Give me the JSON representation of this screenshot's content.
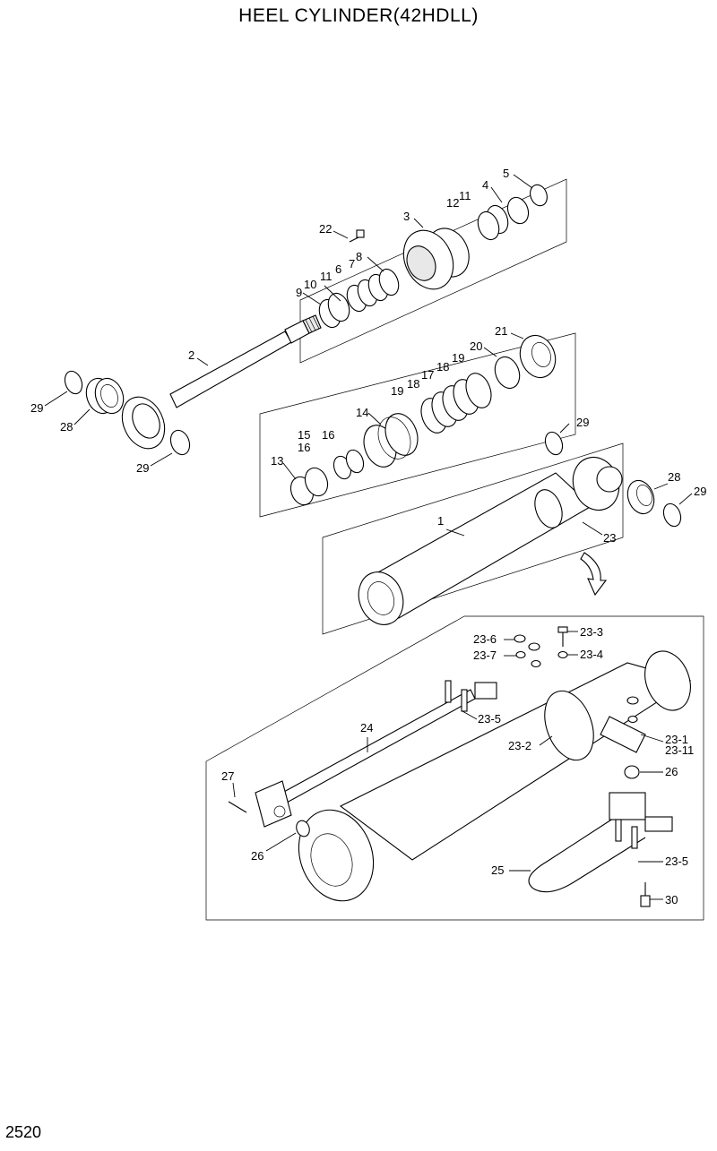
{
  "title": "HEEL CYLINDER(42HDLL)",
  "page_number": "2520",
  "labels": {
    "l1": "1",
    "l2": "2",
    "l3": "3",
    "l4": "4",
    "l5": "5",
    "l6": "6",
    "l7": "7",
    "l8": "8",
    "l9": "9",
    "l10": "10",
    "l11a": "11",
    "l11b": "11",
    "l12": "12",
    "l13": "13",
    "l14": "14",
    "l15": "15",
    "l16a": "16",
    "l16b": "16",
    "l17": "17",
    "l18a": "18",
    "l18b": "18",
    "l19a": "19",
    "l19b": "19",
    "l20": "20",
    "l21": "21",
    "l22": "22",
    "l23": "23",
    "l23_1": "23-1",
    "l23_2": "23-2",
    "l23_3": "23-3",
    "l23_4": "23-4",
    "l23_5a": "23-5",
    "l23_5b": "23-5",
    "l23_6": "23-6",
    "l23_7": "23-7",
    "l23_11": "23-11",
    "l24": "24",
    "l25": "25",
    "l26a": "26",
    "l26b": "26",
    "l27": "27",
    "l28a": "28",
    "l28b": "28",
    "l29a": "29",
    "l29b": "29",
    "l29c": "29",
    "l29d": "29",
    "l30": "30"
  }
}
